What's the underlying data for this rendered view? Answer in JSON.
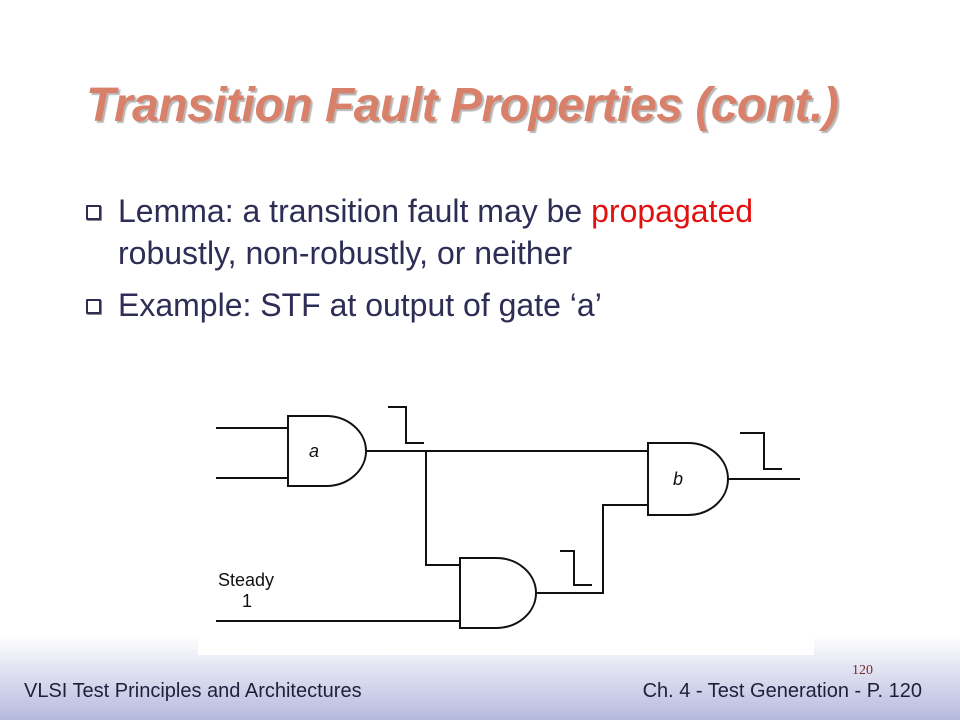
{
  "slide": {
    "title": "Transition Fault Properties (cont.)",
    "bullets": [
      {
        "before": "Lemma: a transition fault may be ",
        "highlight": "propagated",
        "after": " robustly, non-robustly, or neither"
      },
      {
        "text": "Example: STF at output of gate ‘a’"
      }
    ],
    "highlight_color": "#e31010"
  },
  "figure": {
    "gate_a_label": "a",
    "gate_b_label": "b",
    "input_label_line1": "Steady",
    "input_label_line2": "1"
  },
  "footer": {
    "left": "VLSI Test Principles and Architectures",
    "right": "Ch. 4 - Test Generation - P. 120",
    "page_small": "120"
  }
}
